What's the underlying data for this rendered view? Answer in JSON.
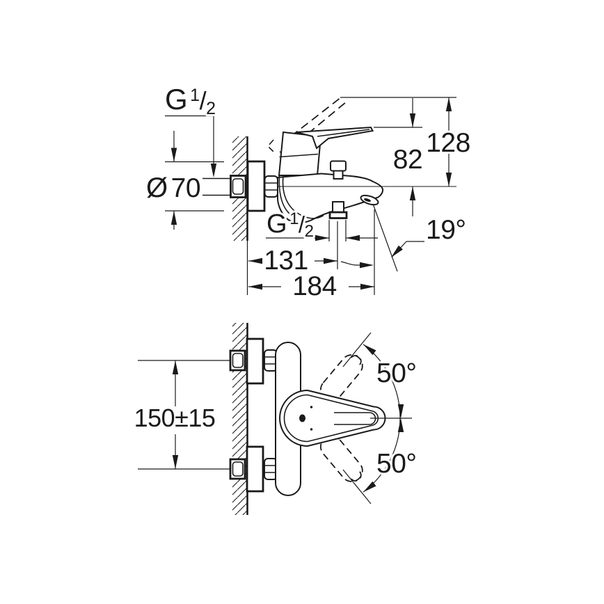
{
  "colors": {
    "ink": "#1a1a1a",
    "paper": "#ffffff"
  },
  "side_view": {
    "supply_thread": {
      "prefix": "G",
      "numerator": "1",
      "slash": "/",
      "denominator": "2"
    },
    "escutcheon_diameter": {
      "symbol": "Ø",
      "value": "70"
    },
    "height_to_raised_handle": "128",
    "height_to_spout_center": "82",
    "spout_stream_angle": "19°",
    "shower_outlet_thread": {
      "prefix": "G",
      "numerator": "1",
      "slash": "/",
      "denominator": "2"
    },
    "wall_to_shower_outlet": "131",
    "wall_to_spout_tip": "184"
  },
  "top_view": {
    "connection_spacing": "150±15",
    "handle_swing_up": "50°",
    "handle_swing_down": "50°"
  }
}
